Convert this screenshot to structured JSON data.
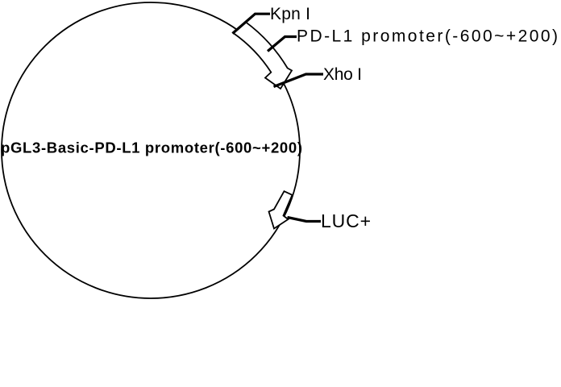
{
  "diagram": {
    "type": "plasmid-map",
    "plasmid_name": "pGL3-Basic-PD-L1 promoter(-600~+200)",
    "sites": {
      "kpn": "Kpn I",
      "promoter": "PD-L1 promoter(-600~+200)",
      "xho": "Xho I",
      "luc": "LUC+"
    },
    "colors": {
      "line": "#000000",
      "background": "#ffffff"
    }
  }
}
